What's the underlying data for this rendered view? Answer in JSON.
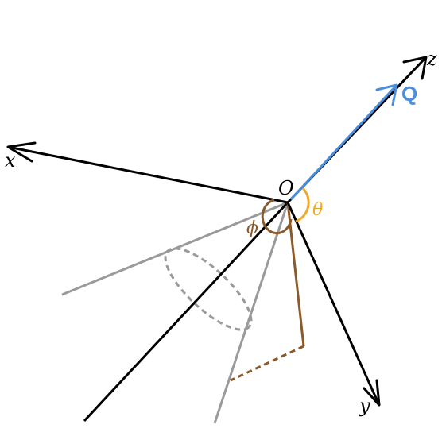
{
  "labels": {
    "axis_x": "x",
    "axis_y": "y",
    "axis_z": "z",
    "vector_q": "Q",
    "origin": "O",
    "angle_theta": "θ",
    "angle_phi": "ϕ"
  },
  "colors": {
    "axes": "#000000",
    "vector_q": "#4a8fdc",
    "theta": "#f0a92a",
    "phi": "#8b5a2b",
    "cone": "#9a9a9a"
  },
  "icons": {
    "arrowhead": "open-chevron-arrowhead"
  }
}
